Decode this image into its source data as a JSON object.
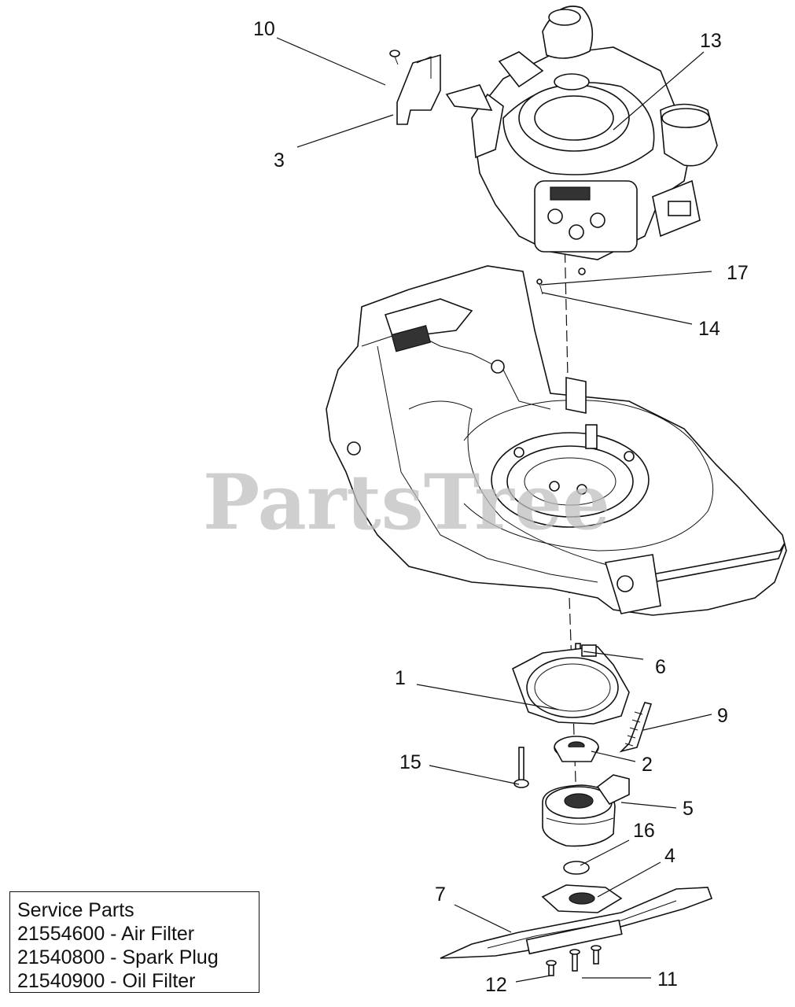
{
  "watermark": "PartsTree",
  "callouts": [
    "1",
    "2",
    "3",
    "4",
    "5",
    "6",
    "7",
    "9",
    "10",
    "11",
    "12",
    "13",
    "14",
    "15",
    "16",
    "17"
  ],
  "service_parts": {
    "title": "Service Parts",
    "items": [
      "21554600 - Air Filter",
      "21540800 - Spark Plug",
      "21540900 - Oil Filter"
    ]
  }
}
